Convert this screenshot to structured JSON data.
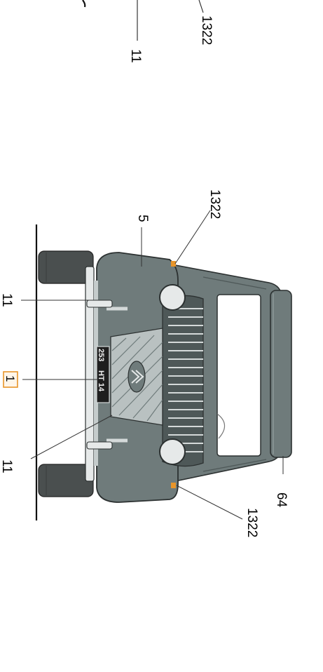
{
  "diagram": {
    "callouts": {
      "top_1322": "1322",
      "top_11": "11",
      "upper_1322": "1322",
      "part_5": "5",
      "left_11_upper": "11",
      "highlight_1": "1",
      "left_11_lower": "11",
      "part_64": "64",
      "lower_1322": "1322"
    },
    "plate": {
      "line1": "253",
      "line2": "HT 14"
    },
    "colors": {
      "body": "#6f7b7b",
      "body_dark": "#4e5858",
      "tyre": "#4a4f4f",
      "chrome": "#e6e9e9",
      "orange_accent": "#e8952a",
      "plate_bg": "#1e1e1e"
    }
  }
}
